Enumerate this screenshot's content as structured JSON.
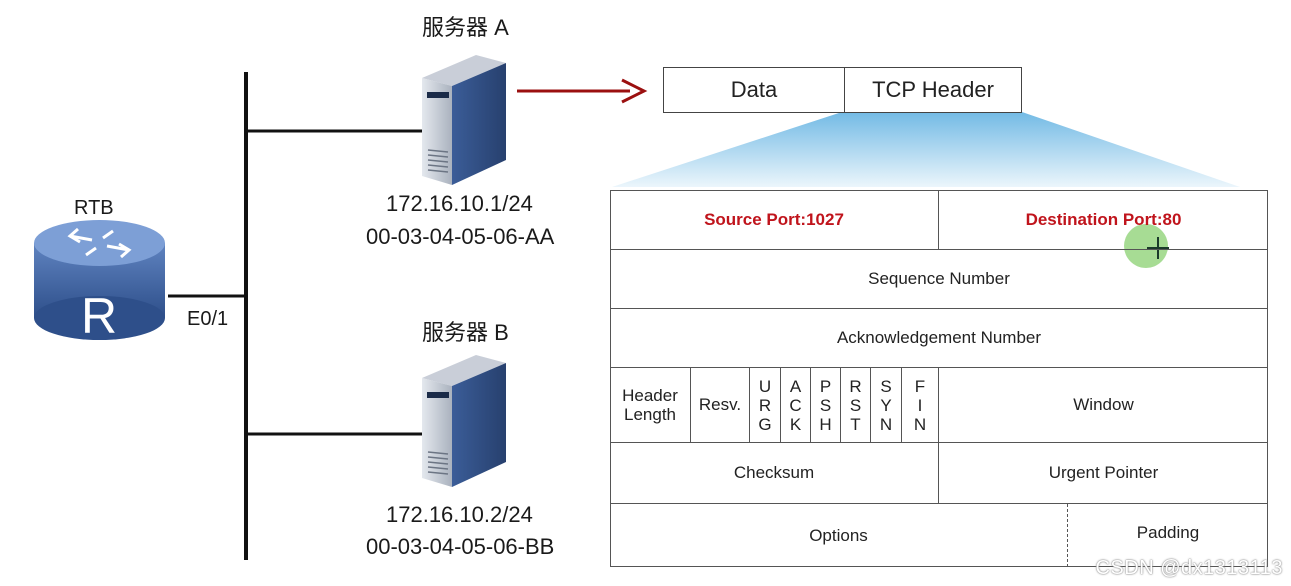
{
  "router": {
    "name": "RTB",
    "interface": "E0/1"
  },
  "servers": [
    {
      "name": "服务器 A",
      "ip": "172.16.10.1/24",
      "mac": "00-03-04-05-06-AA"
    },
    {
      "name": "服务器 B",
      "ip": "172.16.10.2/24",
      "mac": "00-03-04-05-06-BB"
    }
  ],
  "segment": {
    "data": "Data",
    "tcp_header": "TCP Header"
  },
  "tcp_header": {
    "source_port": "Source  Port:1027",
    "destination_port": "Destination  Port:80",
    "sequence_number": "Sequence Number",
    "acknowledgement_number": "Acknowledgement Number",
    "header_length": [
      "Header",
      "Length"
    ],
    "reserved": "Resv.",
    "flags": [
      {
        "name": "URG",
        "letters": [
          "U",
          "R",
          "G"
        ]
      },
      {
        "name": "ACK",
        "letters": [
          "A",
          "C",
          "K"
        ]
      },
      {
        "name": "PSH",
        "letters": [
          "P",
          "S",
          "H"
        ]
      },
      {
        "name": "RST",
        "letters": [
          "R",
          "S",
          "T"
        ]
      },
      {
        "name": "SYN",
        "letters": [
          "S",
          "Y",
          "N"
        ]
      },
      {
        "name": "FIN",
        "letters": [
          "F",
          "I",
          "N"
        ]
      }
    ],
    "window": "Window",
    "checksum": "Checksum",
    "urgent_pointer": "Urgent  Pointer",
    "options": "Options",
    "padding": "Padding"
  },
  "watermark": "CSDN @dx1313113",
  "colors": {
    "highlight_red": "#c0141c",
    "arrow": "#9b1010",
    "fan_blue": "#7fc3e6"
  }
}
